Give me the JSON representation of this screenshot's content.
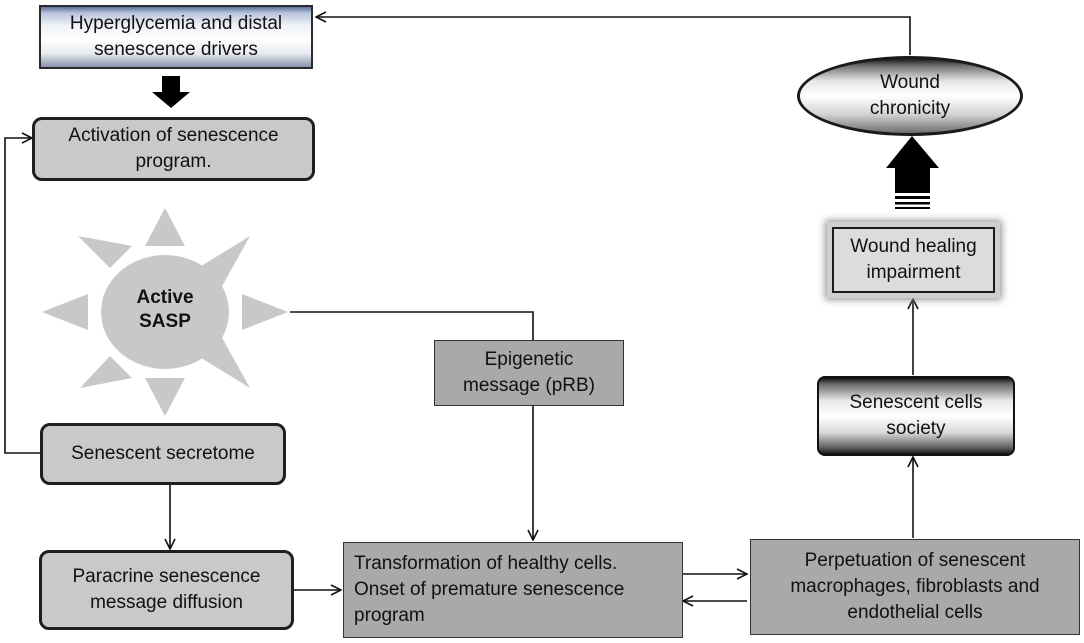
{
  "nodes": {
    "hyperglycemia": [
      "Hyperglycemia and distal",
      "senescence drivers"
    ],
    "activation": [
      "Activation of senescence",
      "program."
    ],
    "active_sasp": [
      "Active",
      "SASP"
    ],
    "senescent_secretome": [
      "Senescent secretome"
    ],
    "paracrine": [
      "Paracrine senescence",
      "message diffusion"
    ],
    "epigenetic": [
      "Epigenetic",
      "message (pRB)"
    ],
    "transformation": [
      "Transformation of healthy cells.",
      "Onset of premature senescence",
      "program"
    ],
    "perpetuation": [
      "Perpetuation of senescent",
      "macrophages, fibroblasts and",
      "endothelial cells"
    ],
    "society": [
      "Senescent cells",
      "society"
    ],
    "impairment": [
      "Wound healing",
      "impairment"
    ],
    "chronicity": [
      "Wound",
      "chronicity"
    ]
  },
  "colors": {
    "box_gray": "#c9c9c9",
    "box_dark_gray": "#a9a9a9",
    "sun_gray": "#c8c8c8",
    "line": "#111111"
  }
}
